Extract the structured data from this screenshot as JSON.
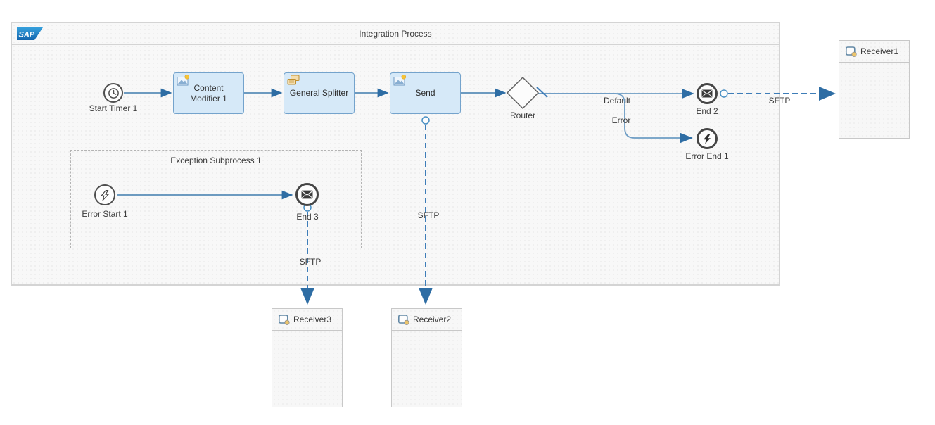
{
  "brand": {
    "logo_text": "SAP"
  },
  "pool": {
    "title": "Integration Process"
  },
  "subprocess": {
    "title": "Exception Subprocess 1"
  },
  "nodes": {
    "start_timer": {
      "label": "Start Timer 1",
      "icon": "clock-icon"
    },
    "content_modifier": {
      "label": "Content Modifier 1",
      "icon": "message-sparkle-icon"
    },
    "general_splitter": {
      "label": "General Splitter",
      "icon": "stacked-messages-icon"
    },
    "send": {
      "label": "Send",
      "icon": "message-sparkle-icon"
    },
    "router": {
      "label": "Router",
      "icon": "diamond-gateway"
    },
    "end_2": {
      "label": "End 2",
      "icon": "envelope-icon"
    },
    "error_end_1": {
      "label": "Error End 1",
      "icon": "lightning-icon"
    },
    "error_start_1": {
      "label": "Error Start 1",
      "icon": "lightning-icon"
    },
    "end_3": {
      "label": "End 3",
      "icon": "envelope-icon"
    }
  },
  "branches": {
    "default_label": "Default",
    "error_label": "Error"
  },
  "connections": {
    "end2_to_receiver1": {
      "adapter": "SFTP"
    },
    "send_to_receiver2": {
      "adapter": "SFTP"
    },
    "end3_to_receiver3": {
      "adapter": "SFTP"
    }
  },
  "participants": {
    "receiver1": {
      "label": "Receiver1",
      "icon": "system-participant-icon"
    },
    "receiver2": {
      "label": "Receiver2",
      "icon": "system-participant-icon"
    },
    "receiver3": {
      "label": "Receiver3",
      "icon": "system-participant-icon"
    }
  },
  "colors": {
    "task_fill": "#d6e9f8",
    "task_border": "#74a3cc",
    "sequence_flow": "#3f7cae",
    "message_flow": "#3e7db8",
    "event_stroke": "#454545",
    "pool_border": "#d4d4d4",
    "sap_blue": "#1465ad"
  }
}
